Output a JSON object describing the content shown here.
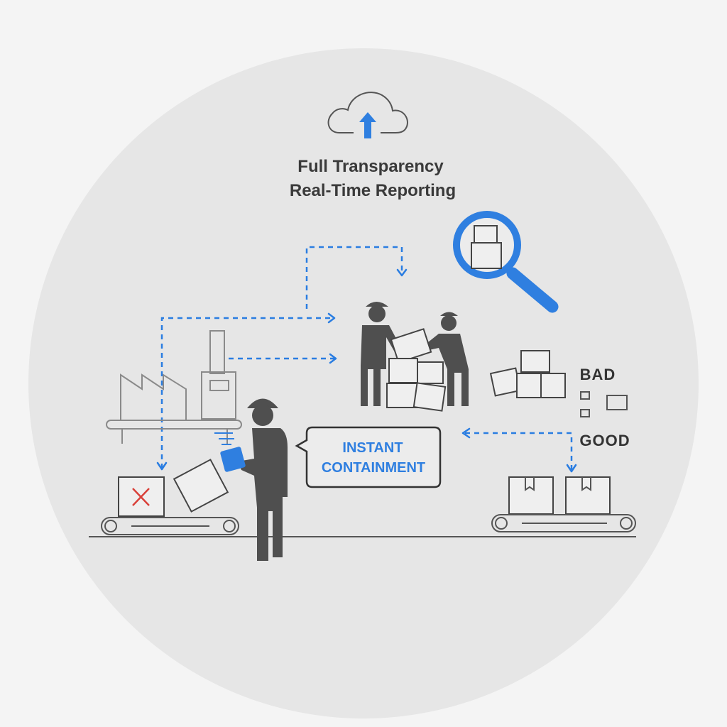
{
  "header": {
    "title_line1": "Full Transparency",
    "title_line2": "Real-Time Reporting",
    "icon": "cloud-upload-icon"
  },
  "callout": {
    "line1": "INSTANT",
    "line2": "CONTAINMENT"
  },
  "sort_labels": {
    "bad": "BAD",
    "good": "GOOD"
  },
  "colors": {
    "accent": "#2a7de1",
    "reject": "#d9413a",
    "figure": "#4f4f4f",
    "circle_bg": "#e6e6e6"
  }
}
